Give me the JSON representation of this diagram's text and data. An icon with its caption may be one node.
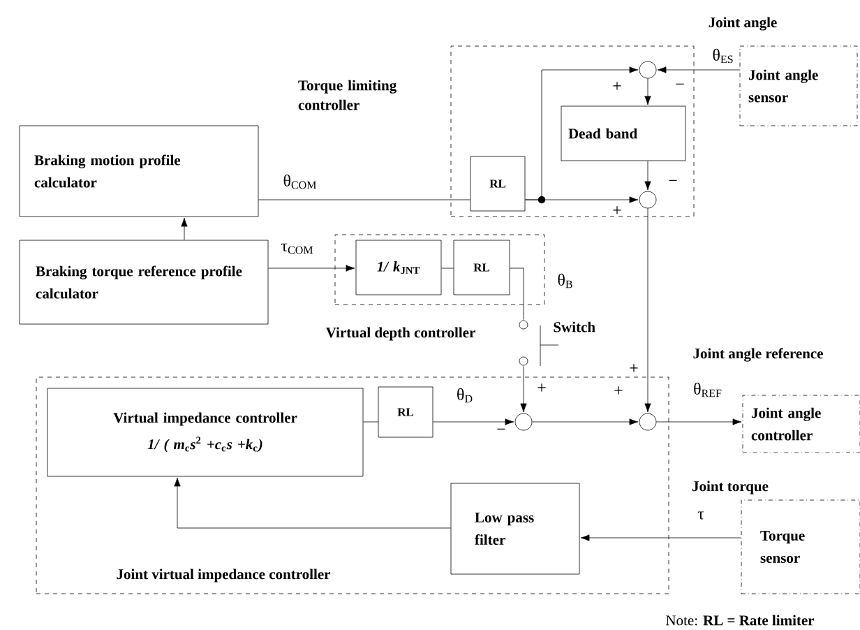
{
  "diagram": {
    "nodes": [
      {
        "text": [],
        "shape": "box",
        "beside": [
          "Torque limiting controller"
        ]
      },
      {
        "text": [],
        "shape": "circle",
        "in": 0
      },
      {
        "text": [
          "Dead band"
        ],
        "in": 0
      },
      {
        "text": [
          "RL"
        ],
        "in": 0
      },
      {
        "text": [],
        "shape": "circle",
        "in": 0
      },
      {
        "text": [
          "Joint angle sensor"
        ]
      },
      {
        "text": [
          "Braking motion profile calculator"
        ]
      },
      {
        "text": [
          "Braking torque reference profile calculator"
        ]
      },
      {
        "text": [],
        "shape": "box",
        "beside": [
          "Virtual depth controller"
        ]
      },
      {
        "text": [
          "*1/ k*$_{JNT}$"
        ],
        "in": 8
      },
      {
        "text": [
          "RL"
        ],
        "in": 8
      },
      {
        "text": [
          "Switch"
        ]
      },
      {
        "text": [
          "Joint virtual impedance controller"
        ]
      },
      {
        "text": [
          "Virtual impedance controller",
          "*1/ ( m*$_{c}$*s*$^{2}$ *+c*$_{c}$*s +k*$_{c}$*)*"
        ],
        "in": 12
      },
      {
        "text": [
          "RL"
        ],
        "in": 12
      },
      {
        "text": [],
        "shape": "circle",
        "in": 12
      },
      {
        "text": [],
        "shape": "circle",
        "in": 12
      },
      {
        "text": [
          "Low pass filter"
        ],
        "in": 12
      },
      {
        "text": [
          "Joint angle controller"
        ]
      },
      {
        "text": [
          "Torque sensor"
        ]
      }
    ],
    "edges": [
      {
        "from": 7,
        "to": 6,
        "arrow": "to"
      },
      {
        "from": 6,
        "to": 3,
        "arrow": "none",
        "label": "θ$_{COM}$"
      },
      {
        "from": 3,
        "to": 4,
        "arrow": "to"
      },
      {
        "from": 3,
        "to": 1,
        "arrow": "to"
      },
      {
        "from": 5,
        "to": 1,
        "arrow": "to",
        "label": "θ$_{ES}$"
      },
      {
        "from": 1,
        "to": 2,
        "arrow": "to"
      },
      {
        "from": 2,
        "to": 4,
        "arrow": "to"
      },
      {
        "from": 4,
        "to": 16,
        "arrow": "to"
      },
      {
        "from": 7,
        "to": 9,
        "arrow": "to",
        "label": "τ$_{COM}$"
      },
      {
        "from": 9,
        "to": 10,
        "arrow": "none"
      },
      {
        "from": 10,
        "to": 11,
        "arrow": "none",
        "label": "θ$_{B}$"
      },
      {
        "from": 11,
        "to": 15,
        "arrow": "to"
      },
      {
        "from": 13,
        "to": 14,
        "arrow": "none"
      },
      {
        "from": 14,
        "to": 15,
        "arrow": "to",
        "label": "θ$_{D}$"
      },
      {
        "from": 15,
        "to": 16,
        "arrow": "to"
      },
      {
        "from": 16,
        "to": 18,
        "arrow": "to",
        "label": "θ$_{REF}$"
      },
      {
        "from": 19,
        "to": 17,
        "arrow": "to",
        "label": "τ"
      },
      {
        "from": 17,
        "to": 13,
        "arrow": "to"
      }
    ],
    "labels": [
      "Joint angle",
      "+",
      "−",
      "−",
      "+",
      "Joint angle reference",
      "+",
      "+",
      "+",
      "−",
      "Joint torque",
      "Note: **RL = Rate limiter**"
    ]
  }
}
